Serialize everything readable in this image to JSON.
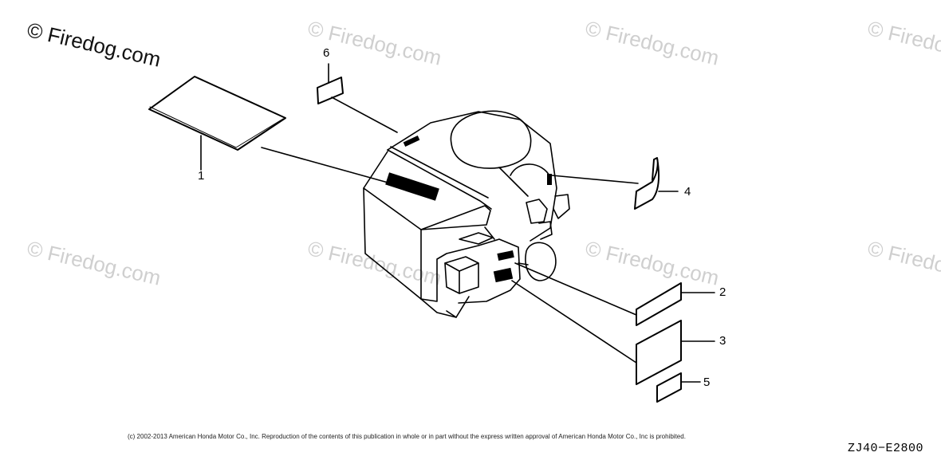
{
  "watermark": {
    "text": "© Firedog.com"
  },
  "callouts": {
    "c1": "1",
    "c2": "2",
    "c3": "3",
    "c4": "4",
    "c5": "5",
    "c6": "6"
  },
  "footer": {
    "copyright": "(c) 2002-2013 American Honda Motor Co., Inc. Reproduction of the contents of this publication in whole or in part without the express written approval of American Honda Motor Co., Inc is prohibited.",
    "drawing_code": "ZJ40−E2800"
  },
  "colors": {
    "line": "#000000",
    "watermark": "#cfcfcf",
    "background": "#ffffff"
  }
}
